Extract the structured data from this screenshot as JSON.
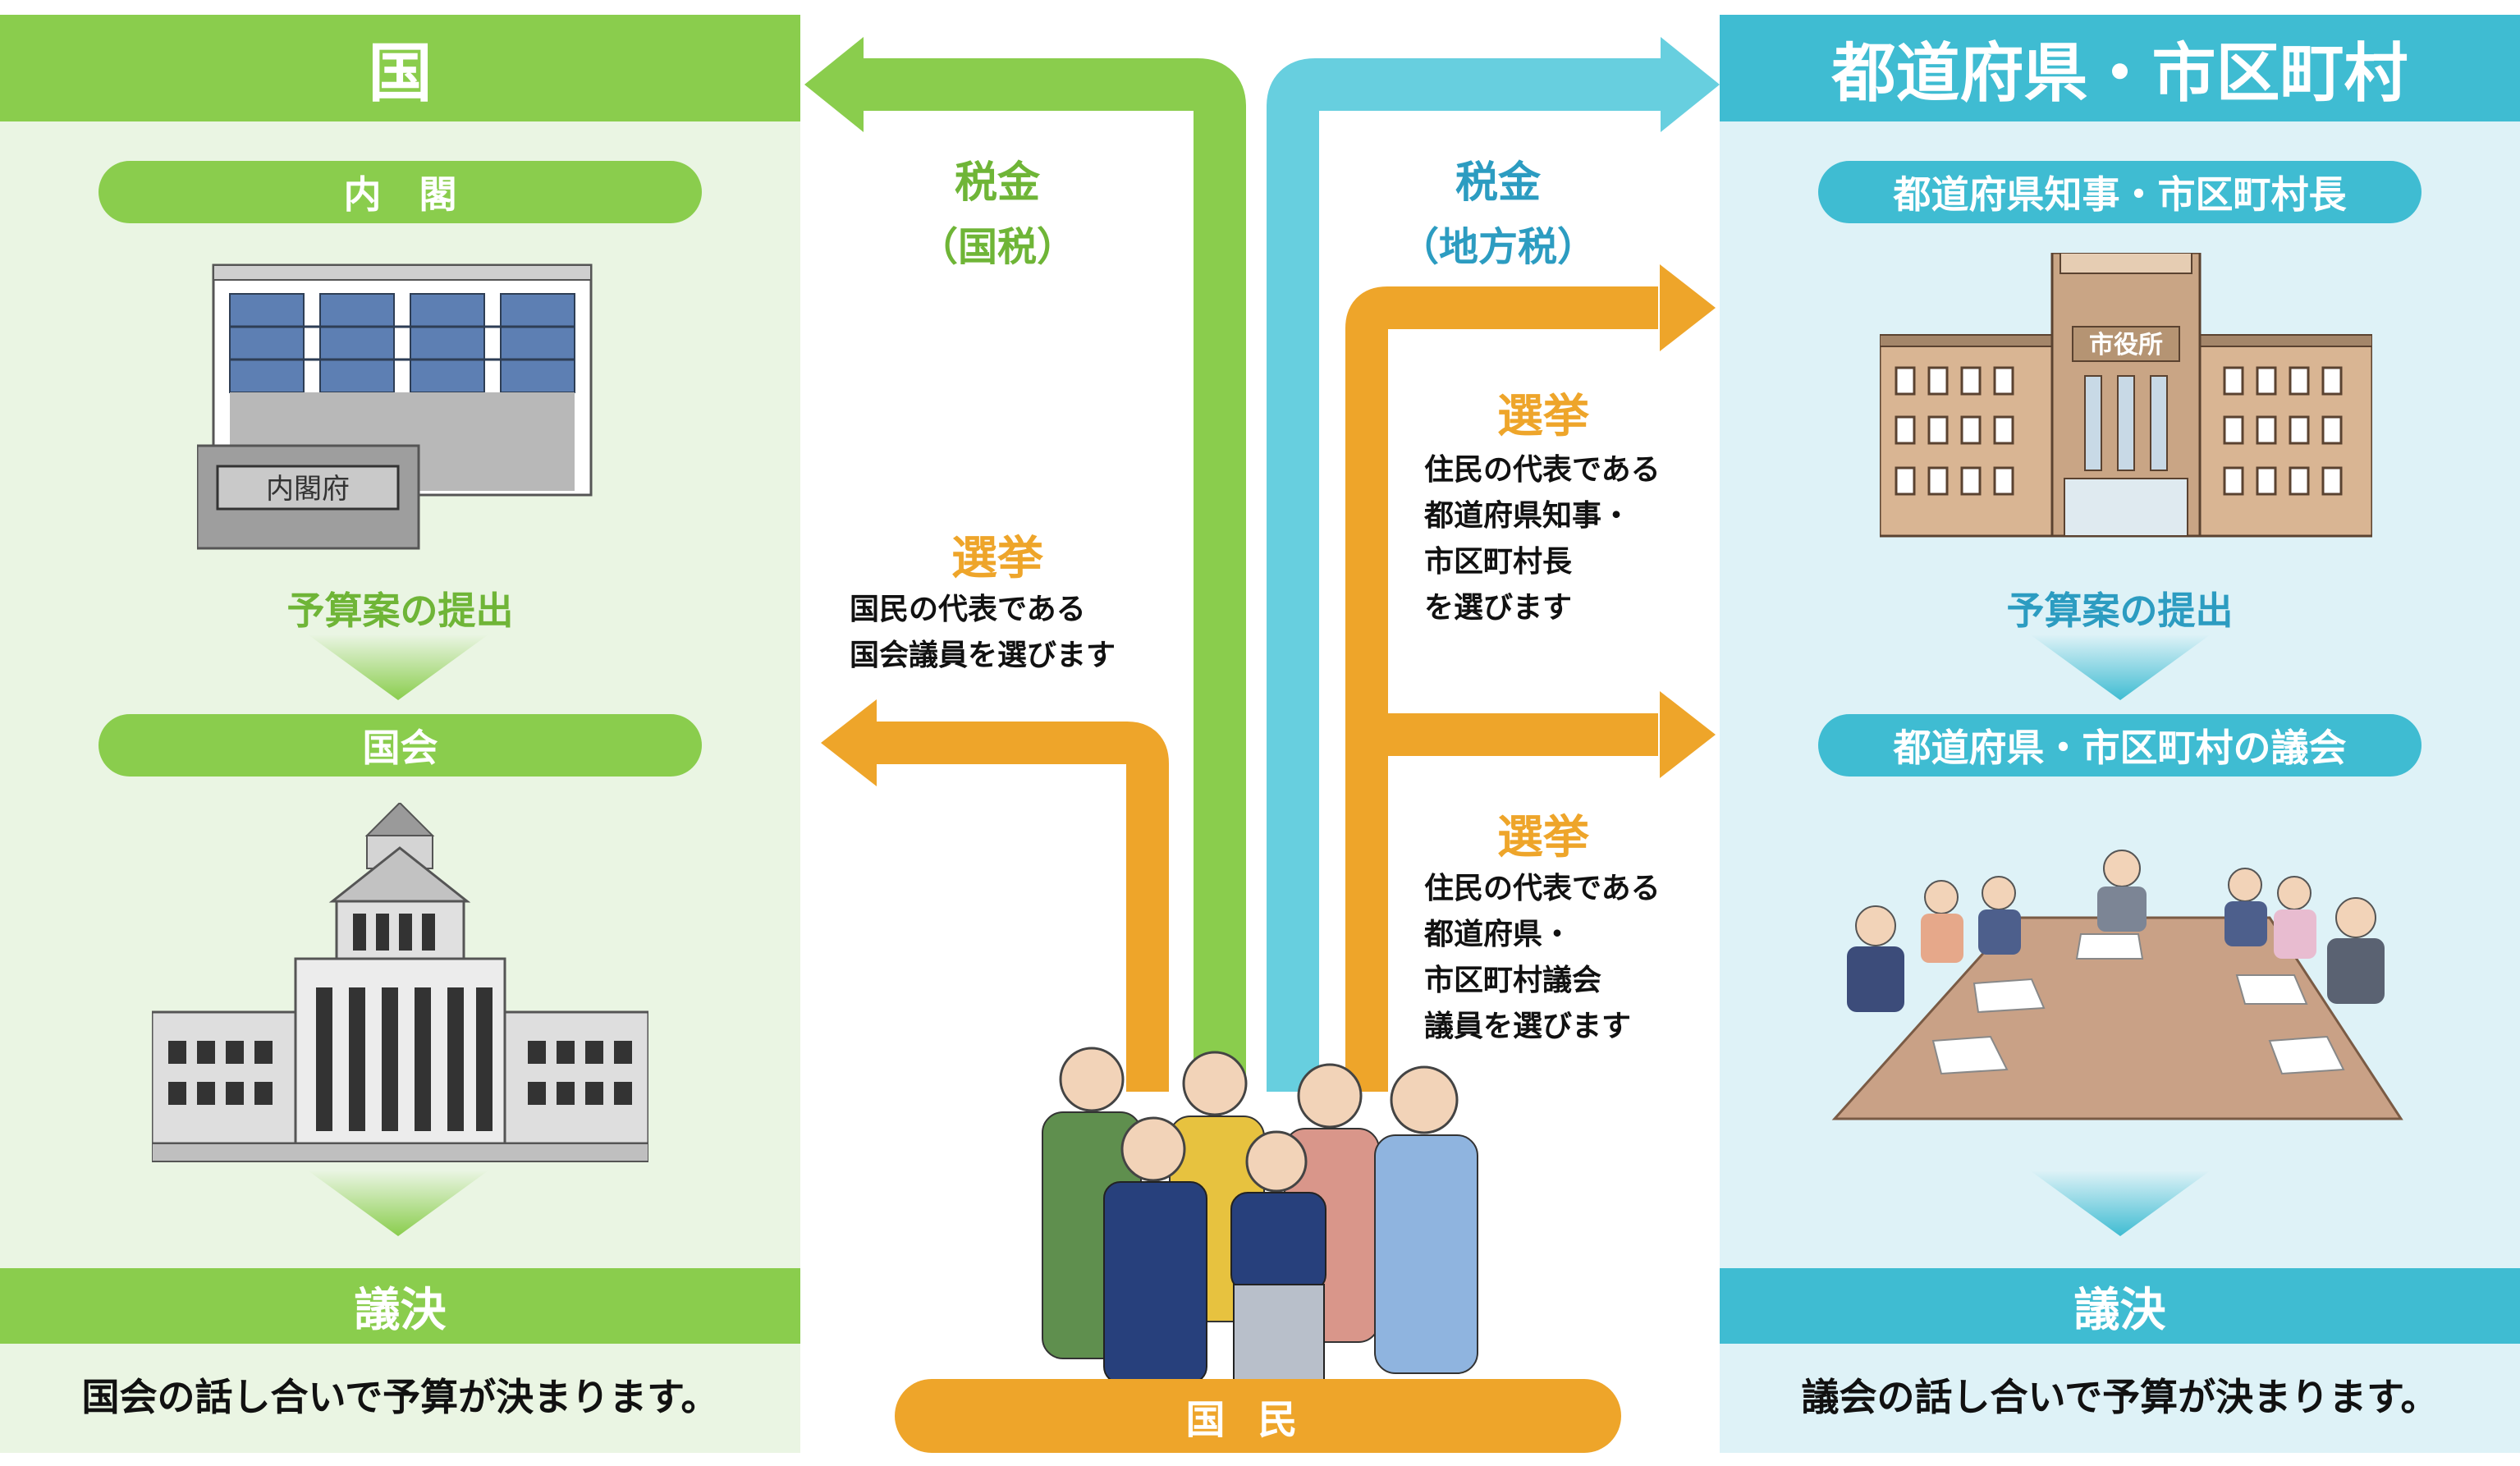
{
  "colors": {
    "green": "#8acd4d",
    "blue": "#3fbcd2",
    "orange": "#eea52a",
    "light_green_bg": "#eaf5e3",
    "light_blue_bg": "#def2f7"
  },
  "left": {
    "title": "国",
    "cabinet": "内　閣",
    "building_sign": "内閣府",
    "submit": "予算案の提出",
    "diet": "国会",
    "decision": "議決",
    "decision_text": "国会の話し合いで予算が決まります。"
  },
  "right": {
    "title": "都道府県・市区町村",
    "heads": "都道府県知事・市区町村長",
    "building_sign": "市役所",
    "submit": "予算案の提出",
    "assembly": "都道府県・市区町村の議会",
    "decision": "議決",
    "decision_text": "議会の話し合いで予算が決まります。"
  },
  "center": {
    "tax_national": {
      "title": "税金",
      "sub": "（国税）"
    },
    "tax_local": {
      "title": "税金",
      "sub": "（地方税）"
    },
    "election_national": {
      "title": "選挙",
      "lines": [
        "国民の代表である",
        "国会議員を選びます"
      ]
    },
    "election_governor": {
      "title": "選挙",
      "lines": [
        "住民の代表である",
        "都道府県知事・",
        "市区町村長",
        "を選びます"
      ]
    },
    "election_assembly": {
      "title": "選挙",
      "lines": [
        "住民の代表である",
        "都道府県・",
        "市区町村議会",
        "議員を選びます"
      ]
    },
    "citizens": "国民"
  }
}
